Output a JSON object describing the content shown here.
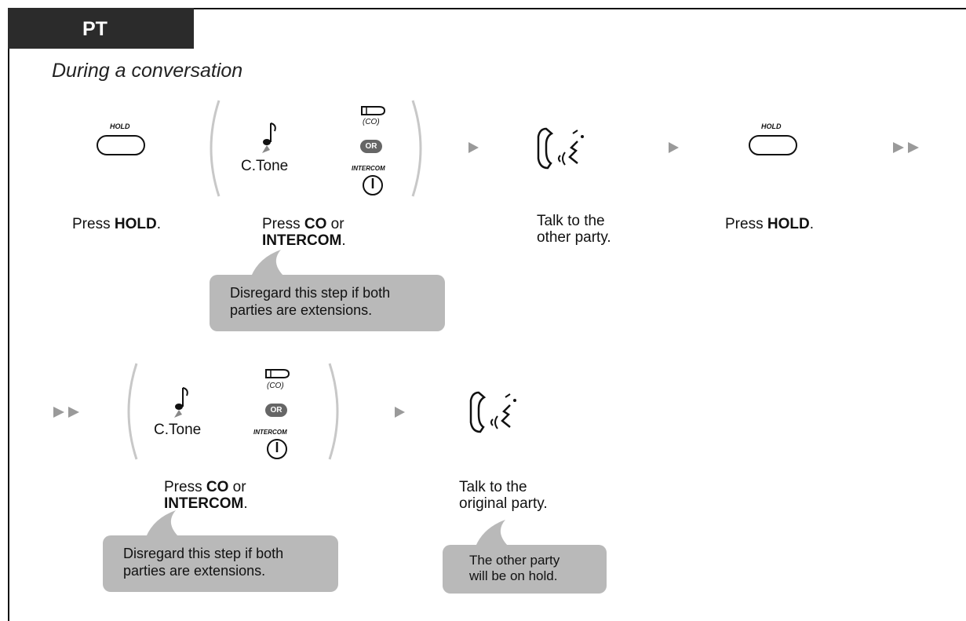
{
  "header": {
    "tab_label": "PT",
    "subtitle": "During a conversation"
  },
  "row1": {
    "hold_key_text": "HOLD",
    "step1": {
      "prefix": "Press ",
      "bold": "HOLD",
      "suffix": "."
    },
    "tone_label": "C.Tone",
    "co_key_text": "(CO)",
    "or_text": "OR",
    "intercom_key_text": "INTERCOM",
    "step2": {
      "line1_prefix": "Press ",
      "line1_bold": "CO",
      "line1_suffix": " or",
      "line2_bold": "INTERCOM",
      "line2_suffix": "."
    },
    "note1": {
      "line1": "Disregard this step if both",
      "line2": "parties are extensions."
    },
    "step3": {
      "line1": "Talk to the",
      "line2": "other party."
    },
    "hold_key_text_2": "HOLD",
    "step4": {
      "prefix": "Press ",
      "bold": "HOLD",
      "suffix": "."
    }
  },
  "row2": {
    "tone_label": "C.Tone",
    "co_key_text": "(CO)",
    "or_text": "OR",
    "intercom_key_text": "INTERCOM",
    "step5": {
      "line1_prefix": "Press ",
      "line1_bold": "CO",
      "line1_suffix": " or",
      "line2_bold": "INTERCOM",
      "line2_suffix": "."
    },
    "note2": {
      "line1": "Disregard this step if both",
      "line2": "parties are extensions."
    },
    "step6": {
      "line1": "Talk to the",
      "line2": "original party."
    },
    "note3": {
      "line1": "The other party",
      "line2": "will be on hold."
    }
  },
  "colors": {
    "tab_bg": "#2b2b2b",
    "note_bg": "#b9b9b9",
    "arrow": "#9a9a9a",
    "paren": "#c8c8c8"
  },
  "icons": [
    "hold-key-icon",
    "music-note-icon",
    "co-key-icon",
    "intercom-key-icon",
    "handset-talking-icon",
    "arrow-right-icon",
    "double-arrow-icon"
  ]
}
